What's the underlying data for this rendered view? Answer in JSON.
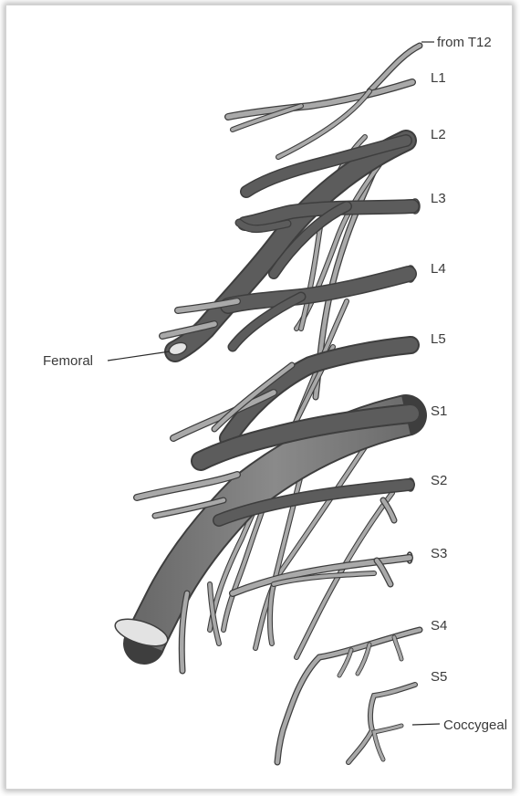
{
  "diagram": {
    "labels": {
      "from_t12": "from T12",
      "l1": "L1",
      "l2": "L2",
      "l3": "L3",
      "l4": "L4",
      "l5": "L5",
      "s1": "S1",
      "s2": "S2",
      "s3": "S3",
      "s4": "S4",
      "s5": "S5",
      "coccygeal": "Coccygeal",
      "femoral": "Femoral"
    }
  }
}
